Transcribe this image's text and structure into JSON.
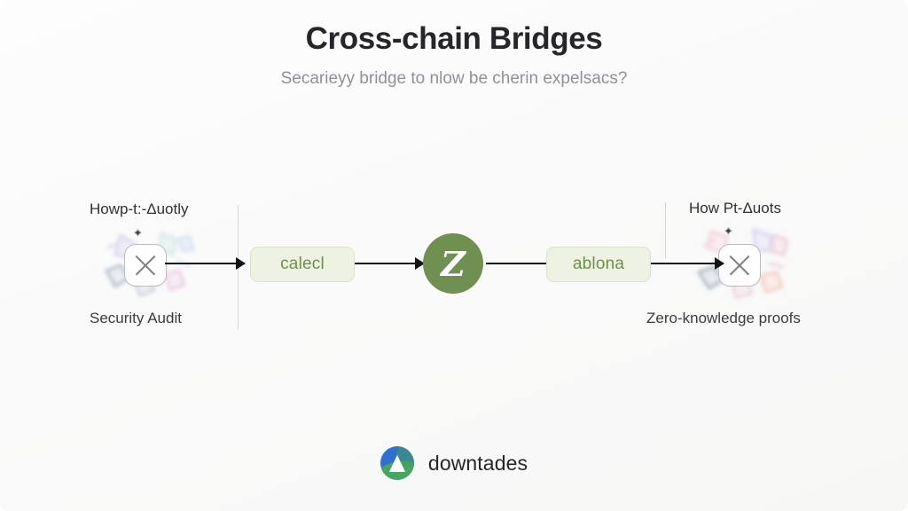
{
  "slide": {
    "background_color": "#fafafa",
    "title": "Cross-chain Bridges",
    "subtitle": "Secarieyy bridge to nlow be cherin expelsacs?"
  },
  "diagram": {
    "left_section": {
      "top_caption": "Howp-t:-Δuotly",
      "bottom_caption": "Security Audit",
      "node_icon": "x-node-icon",
      "sparkle_icon": "sparkle-icon"
    },
    "right_section": {
      "top_caption": "How Pt-Δuots",
      "bottom_caption": "Zero-knowledge proofs",
      "node_icon": "x-node-icon",
      "sparkle_icon": "sparkle-icon"
    },
    "steps": [
      {
        "label": "calecl",
        "kind": "pill",
        "text_color": "#6f9049",
        "fill_color": "#edf2e2"
      },
      {
        "label": "Z",
        "kind": "token",
        "fill_color": "#709051",
        "text_color": "#ffffff"
      },
      {
        "label": "ablona",
        "kind": "pill",
        "text_color": "#6f9049",
        "fill_color": "#edf2e2"
      }
    ],
    "arrows": [
      {
        "name": "arrow-left-node-to-step1"
      },
      {
        "name": "arrow-step1-to-token"
      },
      {
        "name": "arrow-token-to-step2"
      },
      {
        "name": "arrow-step2-to-right-node"
      }
    ],
    "divider_color": "#d3d4d6"
  },
  "footer": {
    "logo_icon": "globe-sail-logo-icon",
    "brand": "downtades",
    "logo_colors": {
      "water": "#2f6fd0",
      "land": "#49a85c",
      "sail": "#ffffff"
    }
  }
}
